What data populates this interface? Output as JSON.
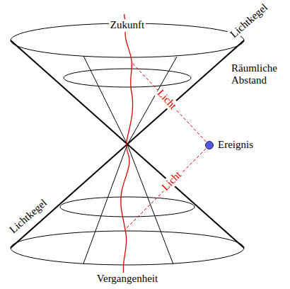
{
  "diagram": {
    "labels": [
      "Zukunft",
      "Lichtkegel",
      "Räumliche Abstand",
      "Licht",
      "Ereignis",
      "Licht",
      "Lichtkegel",
      "Vergangenheit"
    ]
  }
}
